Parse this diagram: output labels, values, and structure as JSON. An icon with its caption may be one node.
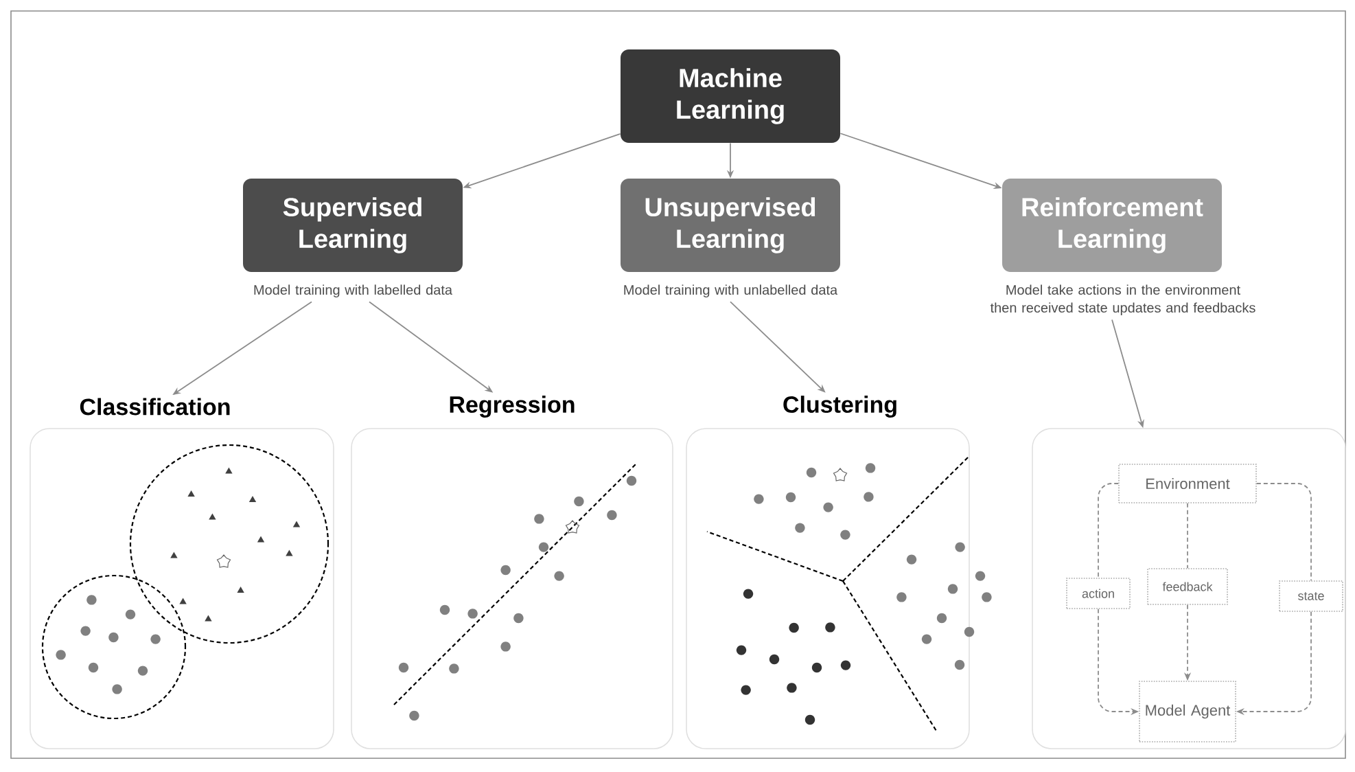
{
  "diagram": {
    "nodes": [
      {
        "text": [
          "Machine Learning"
        ]
      },
      {
        "text": [
          "Supervised Learning"
        ],
        "beside": [
          "Model training with labelled data"
        ]
      },
      {
        "text": [
          "Unsupervised Learning"
        ],
        "beside": [
          "Model training with unlabelled data"
        ]
      },
      {
        "text": [
          "Reinforcement Learning"
        ],
        "beside": [
          "Model take actions in the environment then received state updates and feedbacks"
        ]
      },
      {
        "text": [
          "Classification"
        ]
      },
      {
        "text": [
          "Regression"
        ]
      },
      {
        "text": [
          "Clustering"
        ]
      },
      {
        "text": [],
        "shape": "box"
      },
      {
        "text": [
          "Environment"
        ],
        "in": 7
      },
      {
        "text": [
          "action"
        ],
        "in": 7
      },
      {
        "text": [
          "feedback"
        ],
        "in": 7
      },
      {
        "text": [
          "state"
        ],
        "in": 7
      },
      {
        "text": [
          "Model Agent"
        ],
        "in": 7
      }
    ],
    "edges": [
      {
        "from": 0,
        "to": 1,
        "arrow": "to"
      },
      {
        "from": 0,
        "to": 2,
        "arrow": "to"
      },
      {
        "from": 0,
        "to": 3,
        "arrow": "to"
      },
      {
        "from": 1,
        "to": 4,
        "arrow": "to"
      },
      {
        "from": 1,
        "to": 5,
        "arrow": "to"
      },
      {
        "from": 2,
        "to": 6,
        "arrow": "to"
      },
      {
        "from": 3,
        "to": 7,
        "arrow": "to"
      },
      {
        "from": 8,
        "to": 10,
        "arrow": "none",
        "style": "dashed"
      },
      {
        "from": 10,
        "to": 12,
        "arrow": "to",
        "style": "dashed"
      },
      {
        "from": 8,
        "to": 9,
        "arrow": "none",
        "style": "dashed"
      },
      {
        "from": 9,
        "to": 12,
        "arrow": "to",
        "style": "dashed"
      },
      {
        "from": 8,
        "to": 11,
        "arrow": "none",
        "style": "dashed"
      },
      {
        "from": 11,
        "to": 12,
        "arrow": "to",
        "style": "dashed"
      }
    ]
  }
}
